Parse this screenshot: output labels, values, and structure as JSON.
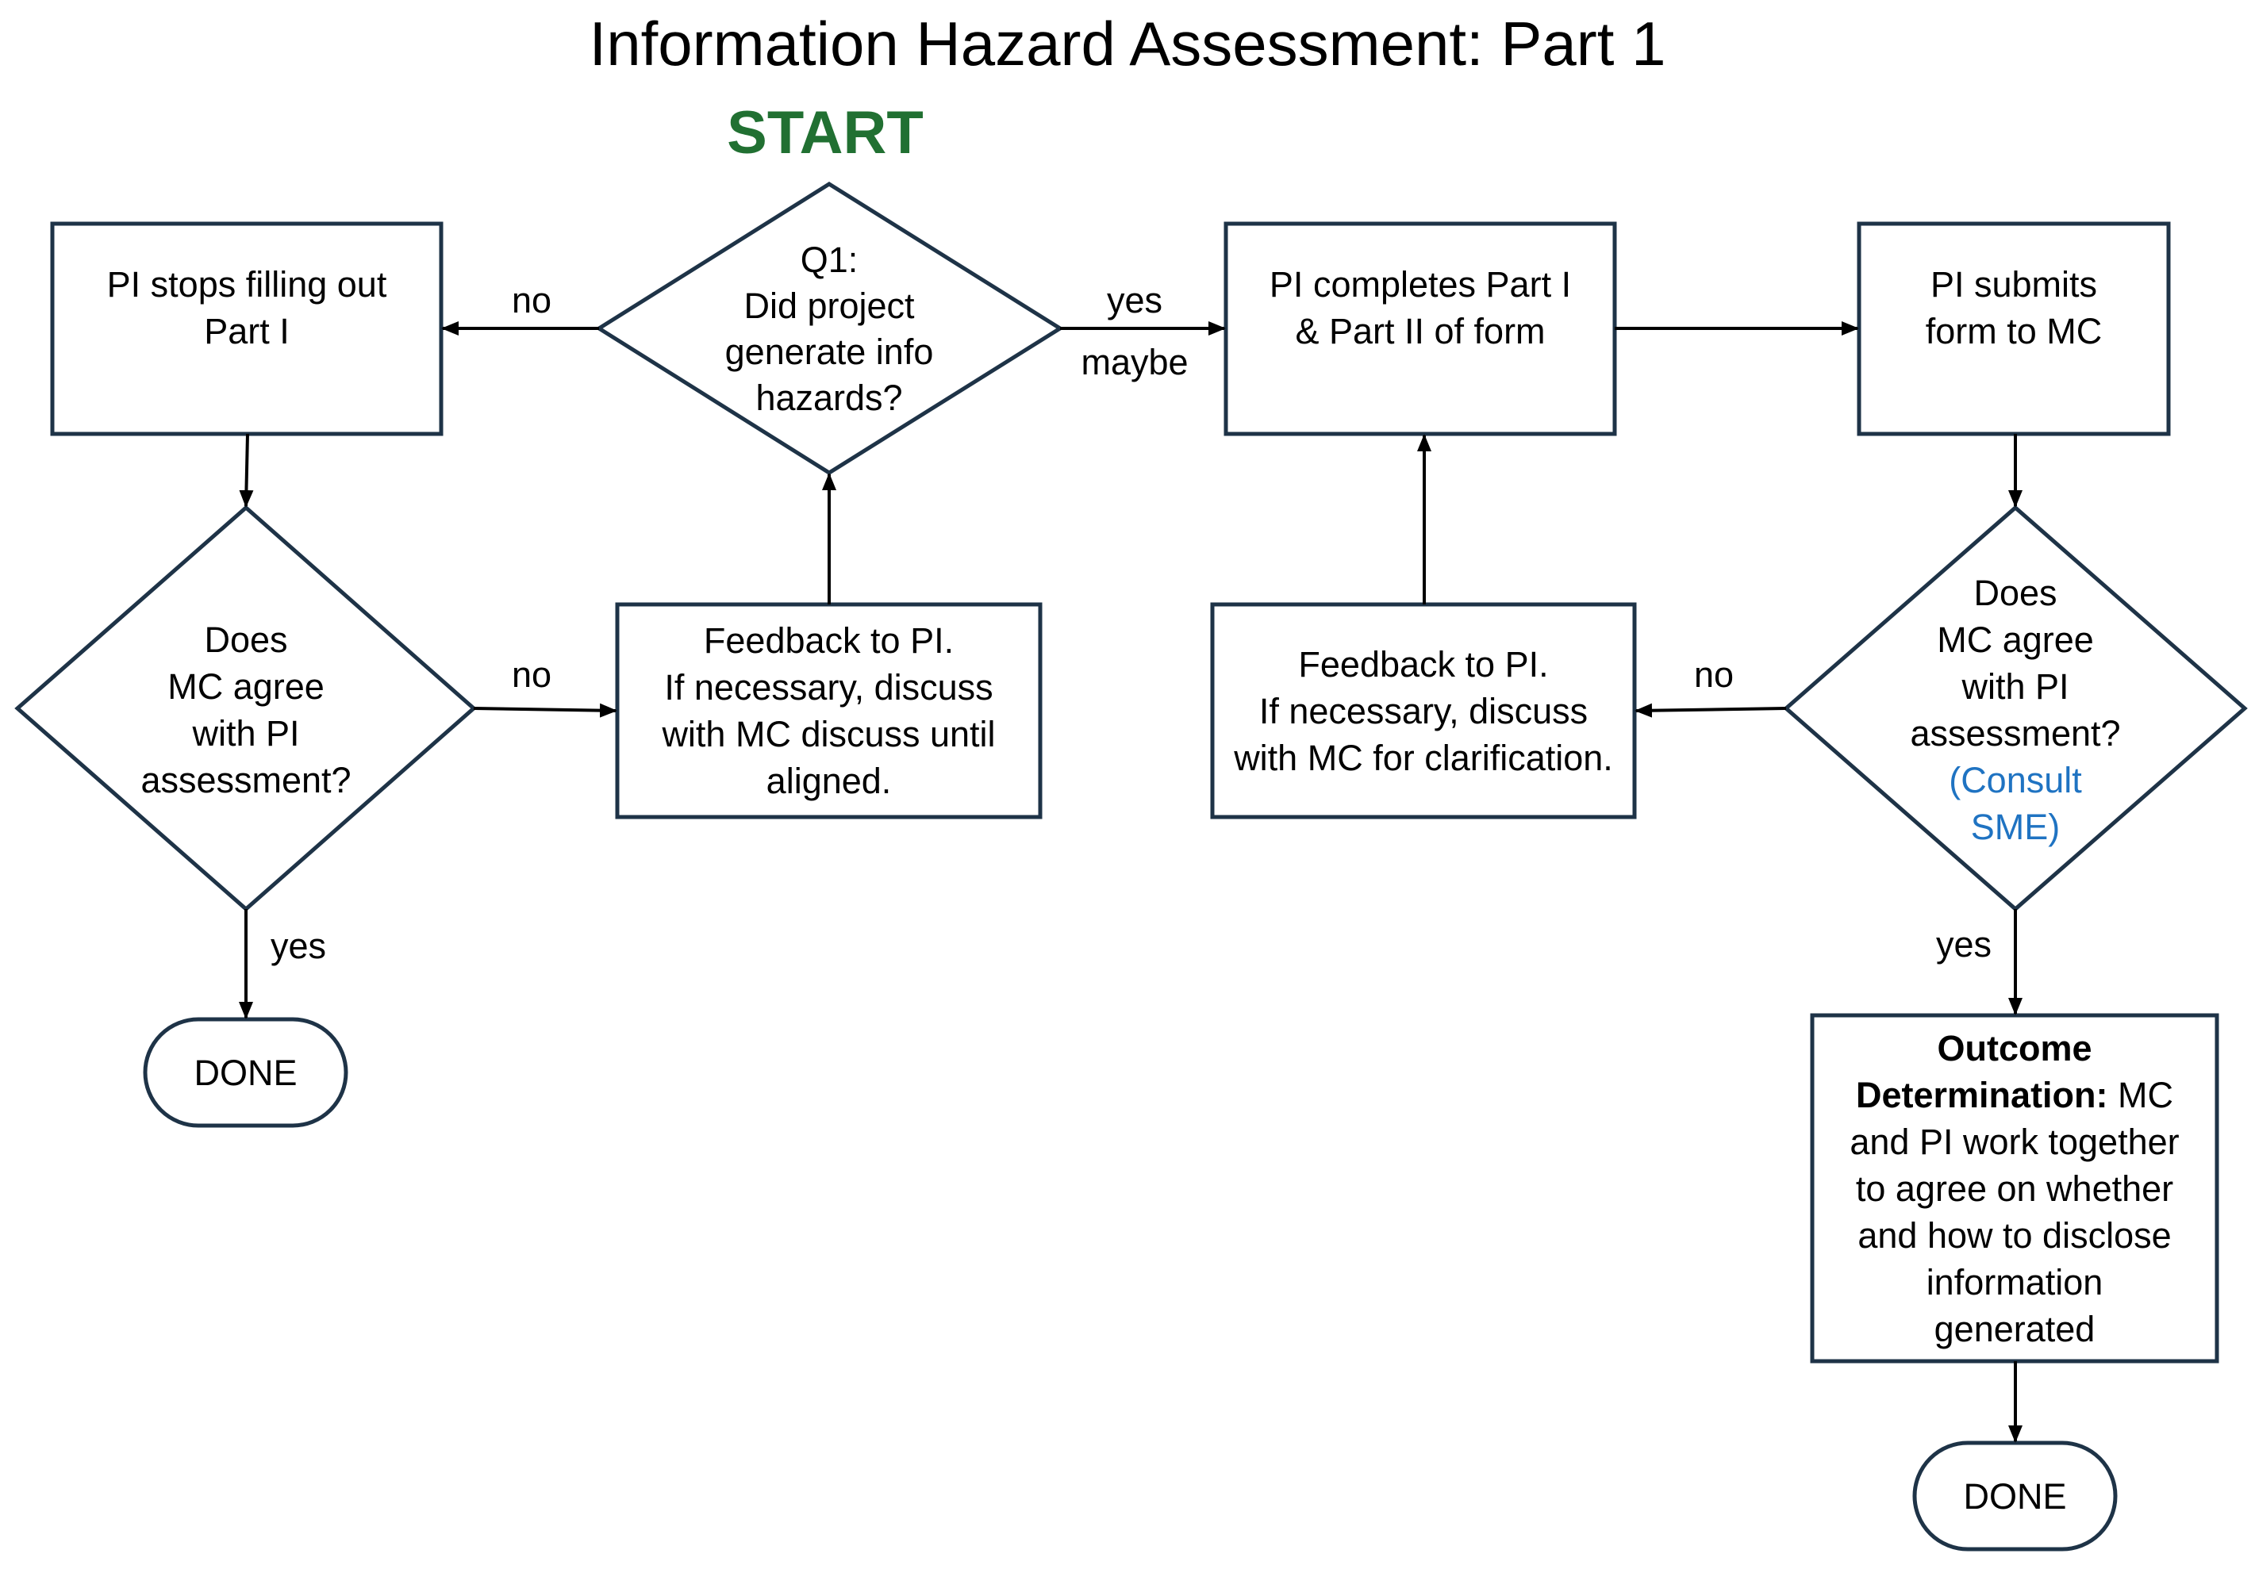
{
  "title": "Information Hazard Assessment: Part 1",
  "start_label": "START",
  "colors": {
    "stroke": "#1e3347",
    "start": "#217032",
    "accent": "#1f73c2"
  },
  "nodes": {
    "q1": {
      "l1": "Q1:",
      "l2": "Did project",
      "l3": "generate info",
      "l4": "hazards?"
    },
    "pi_stops": {
      "l1": "PI stops filling out",
      "l2": "Part I"
    },
    "pi_completes": {
      "l1": "PI completes Part I",
      "l2": "& Part II of form"
    },
    "pi_submits": {
      "l1": "PI submits",
      "l2": "form to MC"
    },
    "mc_agree_left": {
      "l1": "Does",
      "l2": "MC agree",
      "l3": "with PI",
      "l4": "assessment?"
    },
    "feedback_left": {
      "l1": "Feedback to PI.",
      "l2": "If necessary, discuss",
      "l3": "with MC discuss until",
      "l4": "aligned."
    },
    "feedback_right": {
      "l1": "Feedback to PI.",
      "l2": "If necessary, discuss",
      "l3": "with MC for clarification."
    },
    "mc_agree_right": {
      "l1": "Does",
      "l2": "MC agree",
      "l3": "with PI",
      "l4": "assessment?",
      "l5": "(Consult",
      "l6": "SME)"
    },
    "outcome": {
      "bold1": "Outcome",
      "bold2": "Determination:",
      "l2_rest": " MC",
      "l3": "and PI work together",
      "l4": "to agree on whether",
      "l5": "and how to disclose",
      "l6": "information",
      "l7": "generated"
    },
    "done_left": "DONE",
    "done_right": "DONE"
  },
  "edge_labels": {
    "q1_no": "no",
    "q1_yes": "yes",
    "q1_maybe": "maybe",
    "left_no": "no",
    "left_yes": "yes",
    "right_no": "no",
    "right_yes": "yes"
  }
}
